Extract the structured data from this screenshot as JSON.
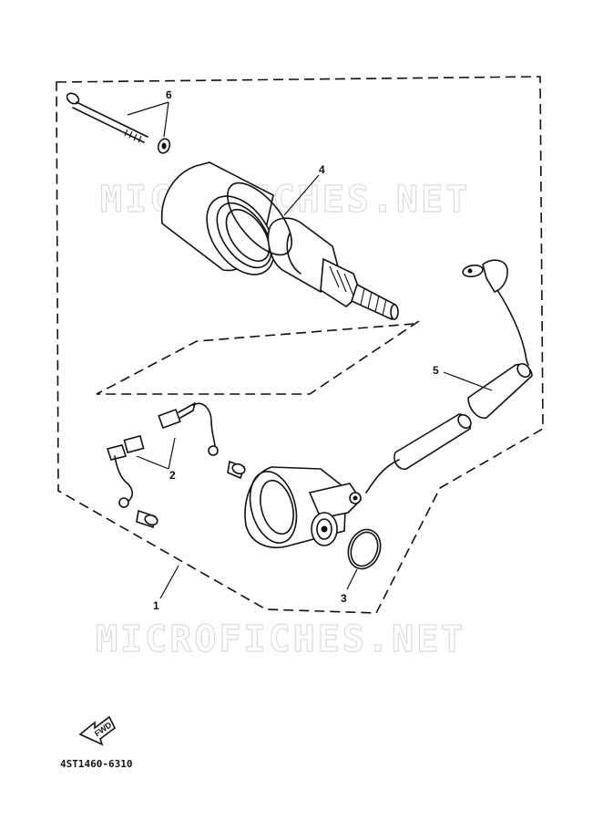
{
  "watermark": {
    "text": "MICROFICHES.NET"
  },
  "callouts": {
    "p1": "1",
    "p2": "2",
    "p3": "3",
    "p4": "4",
    "p5": "5",
    "p6": "6"
  },
  "direction_arrow": {
    "label": "FWD"
  },
  "figure_code": "4ST1460-6310"
}
